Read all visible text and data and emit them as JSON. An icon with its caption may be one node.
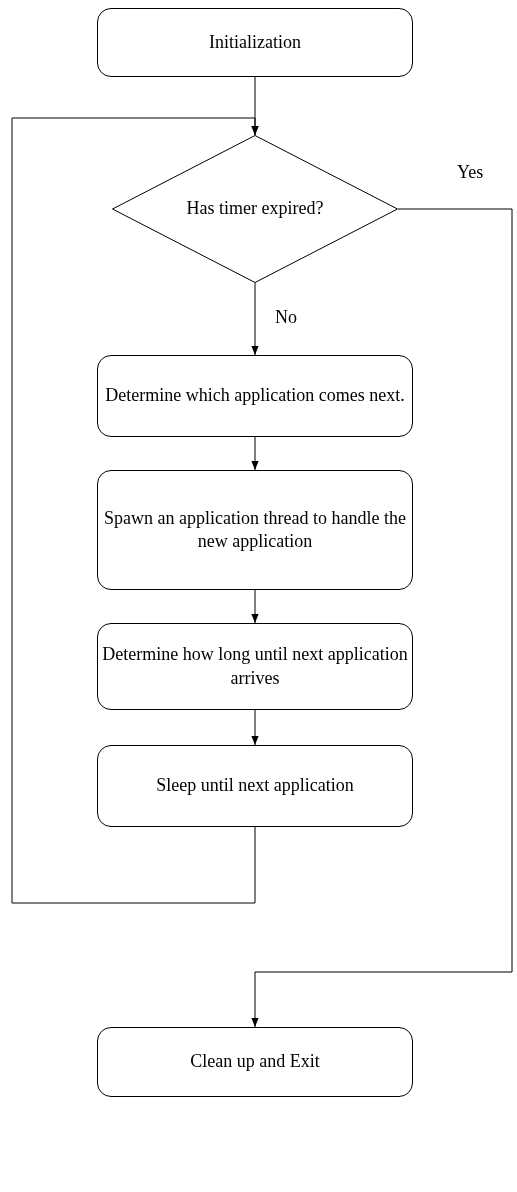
{
  "diagram": {
    "nodes": [
      {
        "text": [
          "Initialization"
        ]
      },
      {
        "text": [
          "Has timer expired?"
        ]
      },
      {
        "text": [
          "Determine which application comes next."
        ]
      },
      {
        "text": [
          "Spawn an application thread to handle the new application"
        ]
      },
      {
        "text": [
          "Determine how long until next application arrives"
        ]
      },
      {
        "text": [
          "Sleep until next application"
        ]
      },
      {
        "text": [
          "Clean up and Exit"
        ]
      }
    ],
    "edges": [
      {
        "from": 0,
        "to": 1,
        "arrow": "to"
      },
      {
        "from": 1,
        "to": 2,
        "arrow": "to",
        "label": "No"
      },
      {
        "from": 2,
        "to": 3,
        "arrow": "to"
      },
      {
        "from": 3,
        "to": 4,
        "arrow": "to"
      },
      {
        "from": 4,
        "to": 5,
        "arrow": "to"
      },
      {
        "from": 5,
        "to": 1,
        "arrow": "to"
      },
      {
        "from": 1,
        "to": 6,
        "arrow": "to",
        "label": "Yes"
      }
    ]
  }
}
